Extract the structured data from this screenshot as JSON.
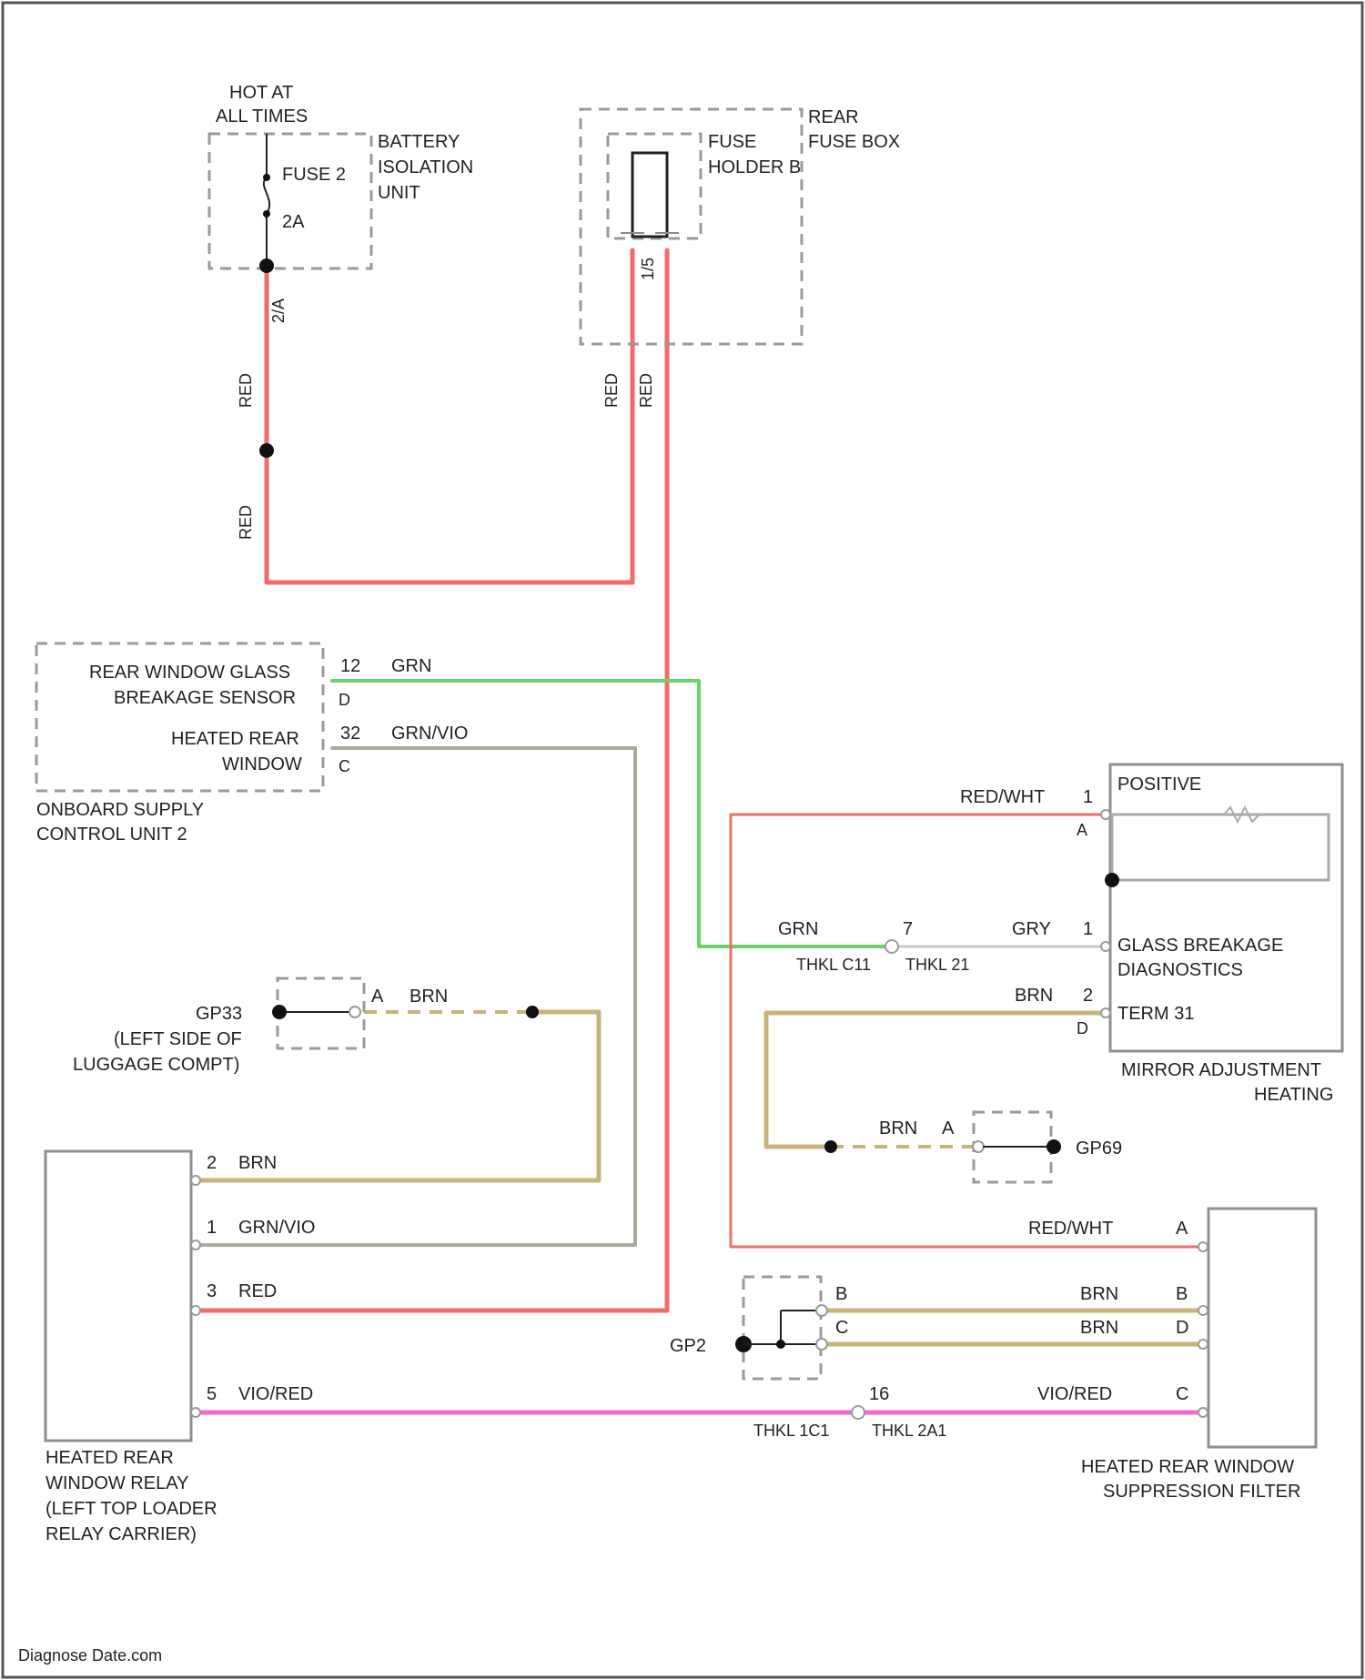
{
  "diagram": {
    "footer": "Diagnose Date.com",
    "battery": {
      "hot_line1": "HOT AT",
      "hot_line2": "ALL TIMES",
      "name_line1": "BATTERY",
      "name_line2": "ISOLATION",
      "name_line3": "UNIT",
      "fuse_name": "FUSE 2",
      "fuse_rating": "2A",
      "pin": "2/A"
    },
    "fuse_box": {
      "name_line1": "REAR",
      "name_line2": "FUSE BOX",
      "holder_line1": "FUSE",
      "holder_line2": "HOLDER B",
      "pin": "1/5"
    },
    "onboard": {
      "name_line1": "ONBOARD SUPPLY",
      "name_line2": "CONTROL UNIT 2",
      "sensor_line1": "REAR WINDOW GLASS",
      "sensor_line2": "BREAKAGE SENSOR",
      "sensor_pin": "12",
      "sensor_conn": "D",
      "heated_line1": "HEATED REAR",
      "heated_line2": "WINDOW",
      "heated_pin": "32",
      "heated_conn": "C"
    },
    "ground_gp33": {
      "line1": "GP33",
      "line2": "(LEFT SIDE OF",
      "line3": "LUGGAGE COMPT)",
      "pin": "A"
    },
    "ground_gp69": {
      "label": "GP69",
      "pin": "A"
    },
    "ground_gp2": {
      "label": "GP2",
      "pin_b": "B",
      "pin_c": "C"
    },
    "relay": {
      "name_line1": "HEATED REAR",
      "name_line2": "WINDOW RELAY",
      "name_line3": "(LEFT TOP LOADER",
      "name_line4": "RELAY CARRIER)",
      "pin_2": "2",
      "pin_1": "1",
      "pin_3": "3",
      "pin_5": "5"
    },
    "mirror": {
      "name_line1": "MIRROR ADJUSTMENT",
      "name_line2": "HEATING",
      "positive": "POSITIVE",
      "glass_line1": "GLASS BREAKAGE",
      "glass_line2": "DIAGNOSTICS",
      "term": "TERM 31",
      "pin_1a": "1",
      "conn_a": "A",
      "pin_1b": "1",
      "pin_2": "2",
      "conn_d": "D"
    },
    "connectors": {
      "inline1_pin": "7",
      "inline1_left": "THKL C11",
      "inline1_right": "THKL 21",
      "inline2_pin": "16",
      "inline2_left": "THKL 1C1",
      "inline2_right": "THKL 2A1"
    },
    "filter": {
      "name_line1": "HEATED REAR WINDOW",
      "name_line2": "SUPPRESSION FILTER",
      "pin_a": "A",
      "pin_b": "B",
      "pin_d": "D",
      "pin_c": "C"
    },
    "wire_labels": {
      "red": "RED",
      "grn": "GRN",
      "gry": "GRY",
      "brn": "BRN",
      "grn_vio": "GRN/VIO",
      "red_wht": "RED/WHT",
      "vio_red": "VIO/RED"
    },
    "colors": {
      "red_wire": "#f26b6b",
      "green_wire": "#6ad26a",
      "gray_wire": "#a8a8a8",
      "brown_wire": "#c8b47a",
      "violet_wire": "#f06ad4",
      "black": "#111111"
    }
  }
}
